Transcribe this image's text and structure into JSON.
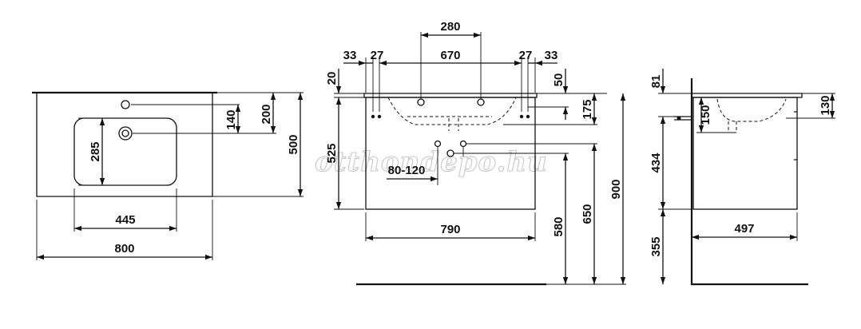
{
  "watermark": "otthondepo.hu",
  "top_view": {
    "width_label": "800",
    "basin_width_label": "445",
    "basin_depth_label": "285",
    "tap_offset_140": "140",
    "tap_offset_200": "200",
    "depth_label": "500"
  },
  "front_view": {
    "dim_280": "280",
    "dim_33_left": "33",
    "dim_27_left": "27",
    "dim_670": "670",
    "dim_27_right": "27",
    "dim_33_right": "33",
    "dim_20": "20",
    "dim_50": "50",
    "dim_175": "175",
    "dim_525": "525",
    "dim_80_120": "80-120",
    "dim_790": "790",
    "dim_580": "580",
    "dim_650": "650",
    "dim_900": "900"
  },
  "side_view": {
    "dim_81": "81",
    "dim_150": "150",
    "dim_130": "130",
    "dim_434": "434",
    "dim_497": "497",
    "dim_355": "355"
  }
}
